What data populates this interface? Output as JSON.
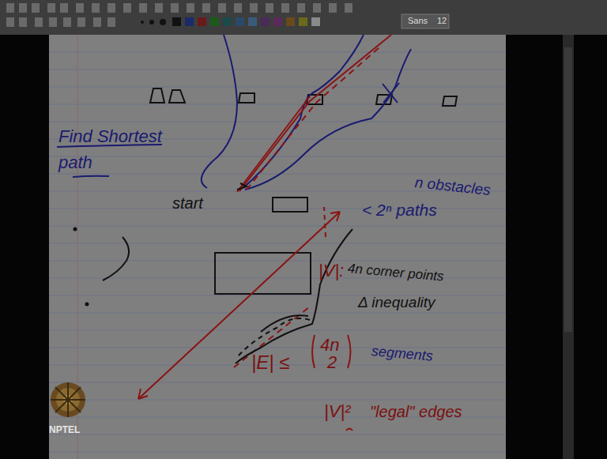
{
  "diagram": {
    "title": "Find Shortest path",
    "labels": [
      "Sans",
      "12",
      "start",
      "n obstacles",
      "< 2ⁿ paths",
      "|V|:",
      "4n corner points",
      "Δ inequality",
      "|E| ≤",
      "4n",
      "2",
      "segments",
      "|V|²",
      "\"legal\" edges",
      "NPTEL"
    ]
  }
}
